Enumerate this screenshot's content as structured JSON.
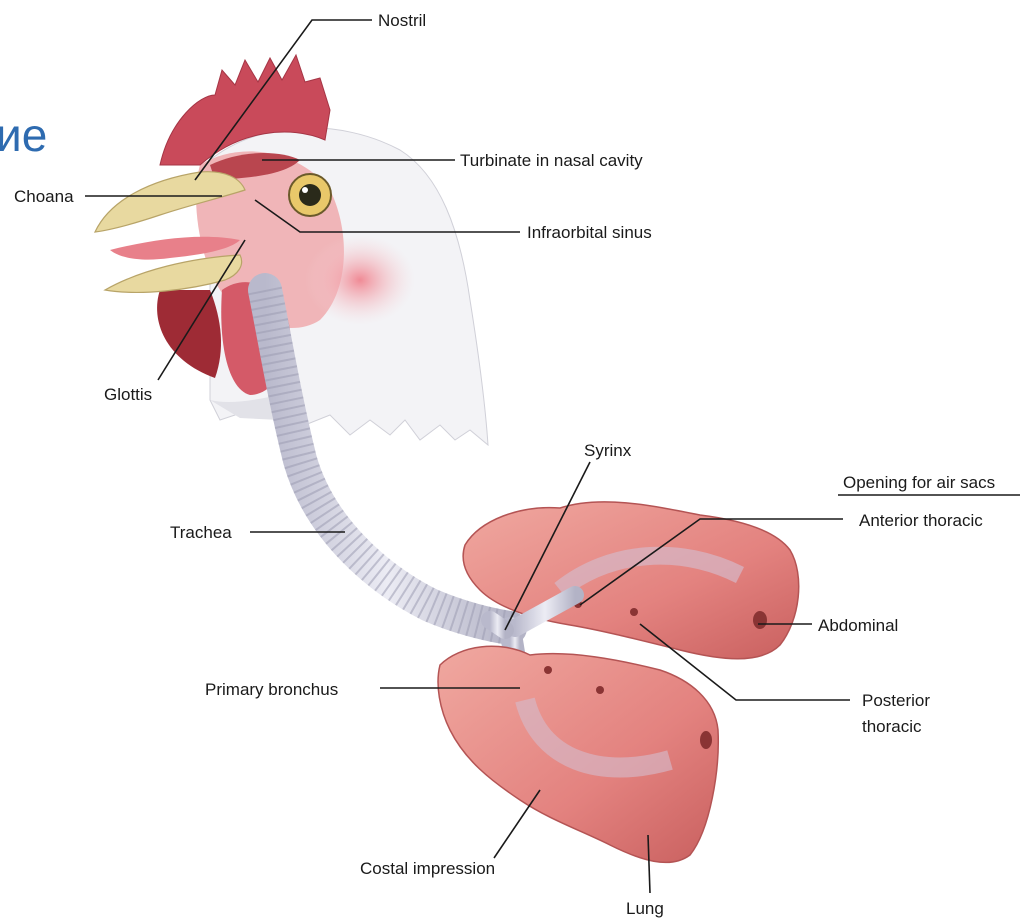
{
  "slide": {
    "title_fragment": "ие"
  },
  "labels": {
    "nostril": "Nostril",
    "turbinate": "Turbinate in nasal cavity",
    "choana": "Choana",
    "infraorbital": "Infraorbital sinus",
    "glottis": "Glottis",
    "syrinx": "Syrinx",
    "opening_header": "Opening for air sacs",
    "anterior_thoracic": "Anterior thoracic",
    "trachea": "Trachea",
    "abdominal": "Abdominal",
    "primary_bronchus": "Primary bronchus",
    "posterior_thoracic_1": "Posterior",
    "posterior_thoracic_2": "thoracic",
    "costal_impression": "Costal impression",
    "lung": "Lung"
  },
  "colors": {
    "title_blue": "#2e6bb0",
    "comb_red": "#c94a5a",
    "beak_yellow": "#e8d9a0",
    "trachea_gray": "#cfcfe0",
    "lung_pink": "#e58d8d",
    "feather_white": "#f3f3f6"
  }
}
